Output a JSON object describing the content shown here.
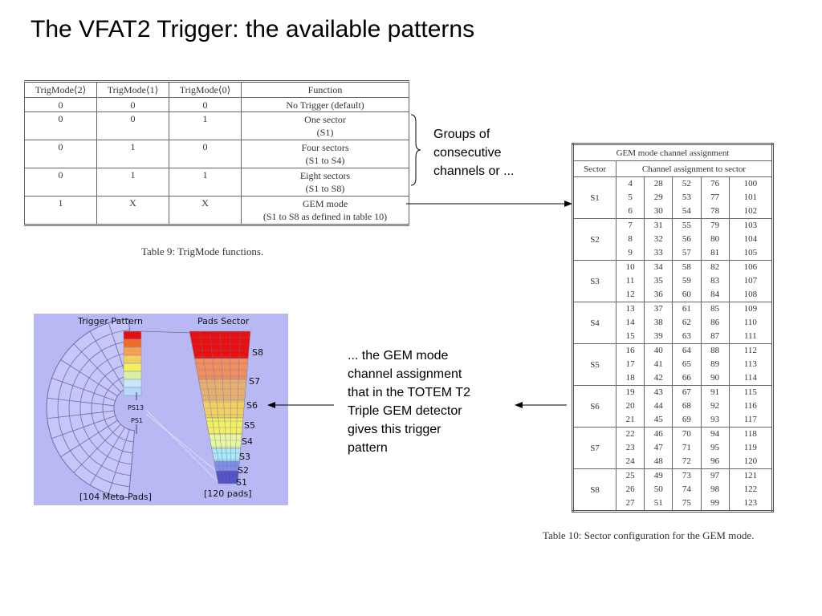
{
  "title": "The VFAT2 Trigger: the available patterns",
  "table9": {
    "headers": [
      "TrigMode⟨2⟩",
      "TrigMode⟨1⟩",
      "TrigMode⟨0⟩",
      "Function"
    ],
    "rows": [
      {
        "c": [
          "0",
          "0",
          "0"
        ],
        "f1": "No Trigger (default)",
        "f2": ""
      },
      {
        "c": [
          "0",
          "0",
          "1"
        ],
        "f1": "One sector",
        "f2": "(S1)"
      },
      {
        "c": [
          "0",
          "1",
          "0"
        ],
        "f1": "Four sectors",
        "f2": "(S1 to S4)"
      },
      {
        "c": [
          "0",
          "1",
          "1"
        ],
        "f1": "Eight sectors",
        "f2": "(S1 to S8)"
      },
      {
        "c": [
          "1",
          "X",
          "X"
        ],
        "f1": "GEM mode",
        "f2": "(S1 to S8 as defined in table 10)"
      }
    ],
    "caption": "Table 9: TrigMode functions."
  },
  "note1": [
    "Groups of",
    "consecutive",
    "channels or ..."
  ],
  "note2": [
    "... the GEM mode",
    "channel assignment",
    "that in the TOTEM T2",
    "Triple GEM detector",
    "gives this trigger",
    "pattern"
  ],
  "table10": {
    "title": "GEM mode channel assignment",
    "col_sector": "Sector",
    "col_channels": "Channel assignment to sector",
    "sectors": [
      {
        "name": "S1",
        "cols": [
          [
            "4",
            "5",
            "6"
          ],
          [
            "28",
            "29",
            "30"
          ],
          [
            "52",
            "53",
            "54"
          ],
          [
            "76",
            "77",
            "78"
          ],
          [
            "100",
            "101",
            "102"
          ]
        ]
      },
      {
        "name": "S2",
        "cols": [
          [
            "7",
            "8",
            "9"
          ],
          [
            "31",
            "32",
            "33"
          ],
          [
            "55",
            "56",
            "57"
          ],
          [
            "79",
            "80",
            "81"
          ],
          [
            "103",
            "104",
            "105"
          ]
        ]
      },
      {
        "name": "S3",
        "cols": [
          [
            "10",
            "11",
            "12"
          ],
          [
            "34",
            "35",
            "36"
          ],
          [
            "58",
            "59",
            "60"
          ],
          [
            "82",
            "83",
            "84"
          ],
          [
            "106",
            "107",
            "108"
          ]
        ]
      },
      {
        "name": "S4",
        "cols": [
          [
            "13",
            "14",
            "15"
          ],
          [
            "37",
            "38",
            "39"
          ],
          [
            "61",
            "62",
            "63"
          ],
          [
            "85",
            "86",
            "87"
          ],
          [
            "109",
            "110",
            "111"
          ]
        ]
      },
      {
        "name": "S5",
        "cols": [
          [
            "16",
            "17",
            "18"
          ],
          [
            "40",
            "41",
            "42"
          ],
          [
            "64",
            "65",
            "66"
          ],
          [
            "88",
            "89",
            "90"
          ],
          [
            "112",
            "113",
            "114"
          ]
        ]
      },
      {
        "name": "S6",
        "cols": [
          [
            "19",
            "20",
            "21"
          ],
          [
            "43",
            "44",
            "45"
          ],
          [
            "67",
            "68",
            "69"
          ],
          [
            "91",
            "92",
            "93"
          ],
          [
            "115",
            "116",
            "117"
          ]
        ]
      },
      {
        "name": "S7",
        "cols": [
          [
            "22",
            "23",
            "24"
          ],
          [
            "46",
            "47",
            "48"
          ],
          [
            "70",
            "71",
            "72"
          ],
          [
            "94",
            "95",
            "96"
          ],
          [
            "118",
            "119",
            "120"
          ]
        ]
      },
      {
        "name": "S8",
        "cols": [
          [
            "25",
            "26",
            "27"
          ],
          [
            "49",
            "50",
            "51"
          ],
          [
            "73",
            "74",
            "75"
          ],
          [
            "97",
            "98",
            "99"
          ],
          [
            "121",
            "122",
            "123"
          ]
        ]
      }
    ],
    "caption": "Table 10: Sector configuration for the GEM mode."
  },
  "diagram": {
    "trigger_pattern_label": "Trigger Pattern",
    "pads_sector_label": "Pads Sector",
    "ps13": "PS13",
    "ps1": "PS1",
    "meta_pads": "[104 Meta-Pads]",
    "pads": "[120 pads]",
    "sector_labels": [
      "S8",
      "S7",
      "S6",
      "S5",
      "S4",
      "S3",
      "S2",
      "S1"
    ],
    "background": "#b8b8f4"
  }
}
